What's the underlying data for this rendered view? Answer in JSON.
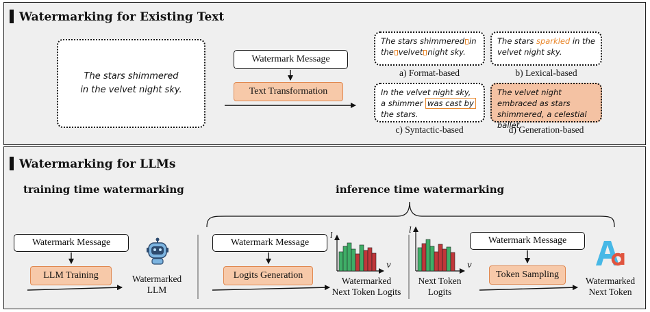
{
  "top": {
    "title": "Watermarking for Existing Text",
    "source_text_line1": "The stars shimmered",
    "source_text_line2": "in the velvet night sky.",
    "watermark_message": "Watermark Message",
    "text_transformation": "Text Transformation",
    "examples": {
      "format": {
        "line1_a": "The stars shimmered",
        "line1_b": "in",
        "line2_a": "the",
        "line2_b": "velvet",
        "line2_c": "night sky.",
        "caption": "a) Format-based"
      },
      "lexical": {
        "text_a": "The stars ",
        "highlight": "sparkled",
        "text_b": " in the velvet night sky.",
        "caption": "b) Lexical-based"
      },
      "syntactic": {
        "text_a": "In the velvet night sky, a shimmer ",
        "highlight": "was cast by",
        "text_b": " the stars.",
        "caption": "c) Syntactic-based"
      },
      "generation": {
        "text": "The velvet night embraced as stars shimmered, a celestial ballet.",
        "caption": "d) Generation-based"
      }
    }
  },
  "bottom": {
    "title": "Watermarking for LLMs",
    "training_title": "training time watermarking",
    "inference_title": "inference time watermarking",
    "training": {
      "message": "Watermark Message",
      "process": "LLM Training",
      "output_line1": "Watermarked",
      "output_line2": "LLM"
    },
    "logits": {
      "message": "Watermark Message",
      "process": "Logits Generation",
      "output_line1": "Watermarked",
      "output_line2": "Next Token Logits"
    },
    "sampling": {
      "input_line1": "Next Token",
      "input_line2": "Logits",
      "message": "Watermark Message",
      "process": "Token Sampling",
      "output_line1": "Watermarked",
      "output_line2": "Next Token"
    },
    "axis_y": "l",
    "axis_x": "v",
    "colors": {
      "orange_fill": "#f7c9a9",
      "orange_border": "#e08850",
      "highlight": "#e8862a",
      "bar_green": "#3fae67",
      "bar_red": "#c0373a",
      "token_a_blue": "#47b8e6",
      "token_a_red": "#e0553f"
    }
  }
}
